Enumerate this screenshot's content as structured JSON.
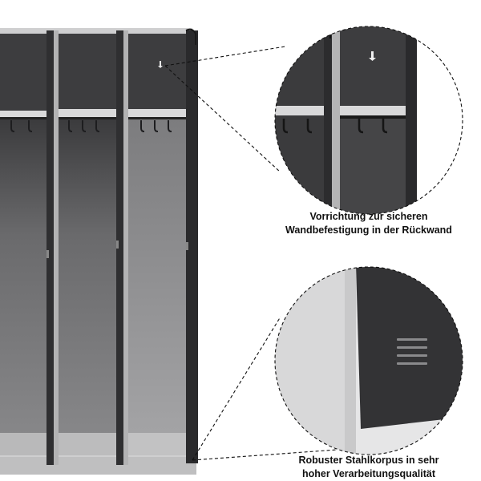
{
  "captions": {
    "wall_mount": {
      "line1": "Vorrichtung zur sicheren",
      "line2": "Wandbefestigung in der Rückwand"
    },
    "steel_body": {
      "line1": "Robuster Stahlkorpus in sehr",
      "line2": "hoher Verarbeitungsqualität"
    }
  },
  "colors": {
    "cabinet_interior": "#4a4a4c",
    "cabinet_frame": "#cfcfd0",
    "door_dark": "#2f2f31",
    "shelf": "#d9d9da"
  }
}
